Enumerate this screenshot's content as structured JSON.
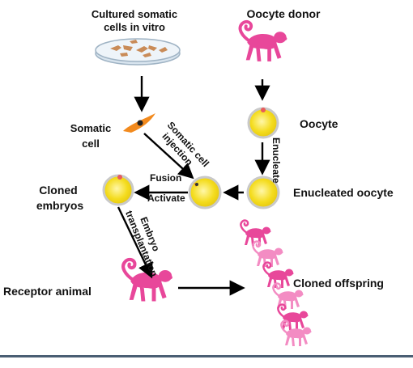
{
  "labels": {
    "cultured_line1": "Cultured somatic",
    "cultured_line2": "cells in vitro",
    "oocyte_donor": "Oocyte donor",
    "somatic_line1": "Somatic",
    "somatic_line2": "cell",
    "somatic_injection_line1": "Somatic cell",
    "somatic_injection_line2": "injection",
    "oocyte": "Oocyte",
    "enucleate": "Enucleate",
    "fusion": "Fusion",
    "activate": "Activate",
    "cloned_embryos_line1": "Cloned",
    "cloned_embryos_line2": "embryos",
    "enucleated_oocyte": "Enucleated oocyte",
    "embryo_transplant_line1": "Embryo",
    "embryo_transplant_line2": "transplantation",
    "receptor_animal": "Receptor animal",
    "cloned_offspring": "Cloned offspring"
  },
  "colors": {
    "monkey": "#e8479a",
    "monkey_light": "#f38cc3",
    "oocyte_fill": "#f4dc1e",
    "oocyte_rim": "#c9c9c9",
    "somatic_cell": "#f28a1e",
    "nucleus": "#e85b5b",
    "dish": "#d8e4ee",
    "cells_in_dish": "#c98b57",
    "arrow": "#000000",
    "bottom_rule": "#4a5e73"
  },
  "icons": [
    "petri-dish-icon",
    "monkey-icon",
    "oocyte-icon",
    "somatic-cell-icon"
  ]
}
